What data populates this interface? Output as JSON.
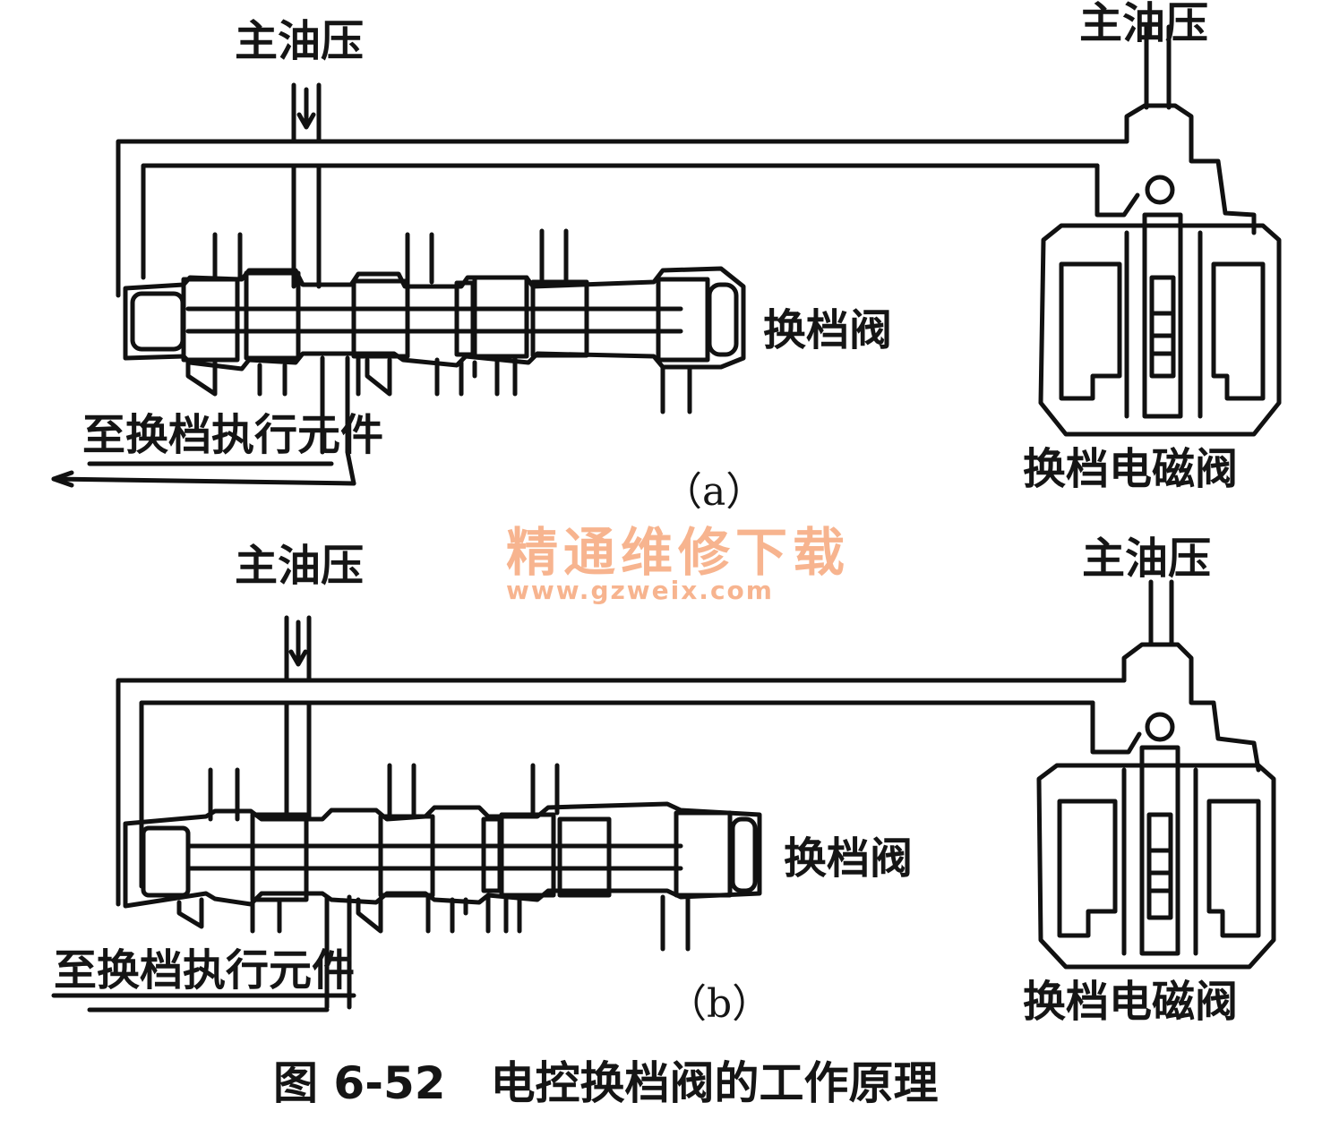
{
  "panel_a": {
    "main_pressure_left": "主油压",
    "main_pressure_right": "主油压",
    "shift_valve": "换档阀",
    "to_actuator": "至换档执行元件",
    "solenoid": "换档电磁阀",
    "sub_caption": "（a）"
  },
  "panel_b": {
    "main_pressure_left": "主油压",
    "main_pressure_right": "主油压",
    "shift_valve": "换档阀",
    "to_actuator": "至换档执行元件",
    "solenoid": "换档电磁阀",
    "sub_caption": "（b）"
  },
  "caption": "图 6-52　电控换档阀的工作原理",
  "watermark": {
    "name": "精通维修下载",
    "url": "www.gzweix.com"
  },
  "colors": {
    "line": "#111111",
    "watermark": "#f7b48f"
  }
}
